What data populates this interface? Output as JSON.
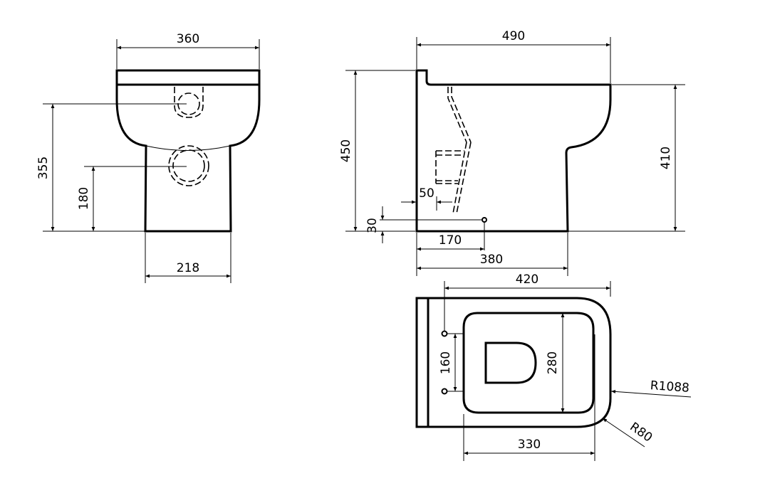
{
  "drawing": {
    "front_view": {
      "width_top": "360",
      "height_inlet": "355",
      "height_outlet": "180",
      "width_base": "218"
    },
    "side_view": {
      "depth_total": "490",
      "height_total": "450",
      "height_rim": "410",
      "offset_outlet": "50",
      "height_fixing": "30",
      "fixing_distance": "170",
      "base_depth": "380"
    },
    "top_view": {
      "depth": "420",
      "fixing_spacing": "160",
      "inner_width": "280",
      "inner_length": "330",
      "radius_side": "R1088",
      "radius_corner": "R80"
    },
    "colors": {
      "line": "#000000",
      "background": "#ffffff"
    }
  }
}
